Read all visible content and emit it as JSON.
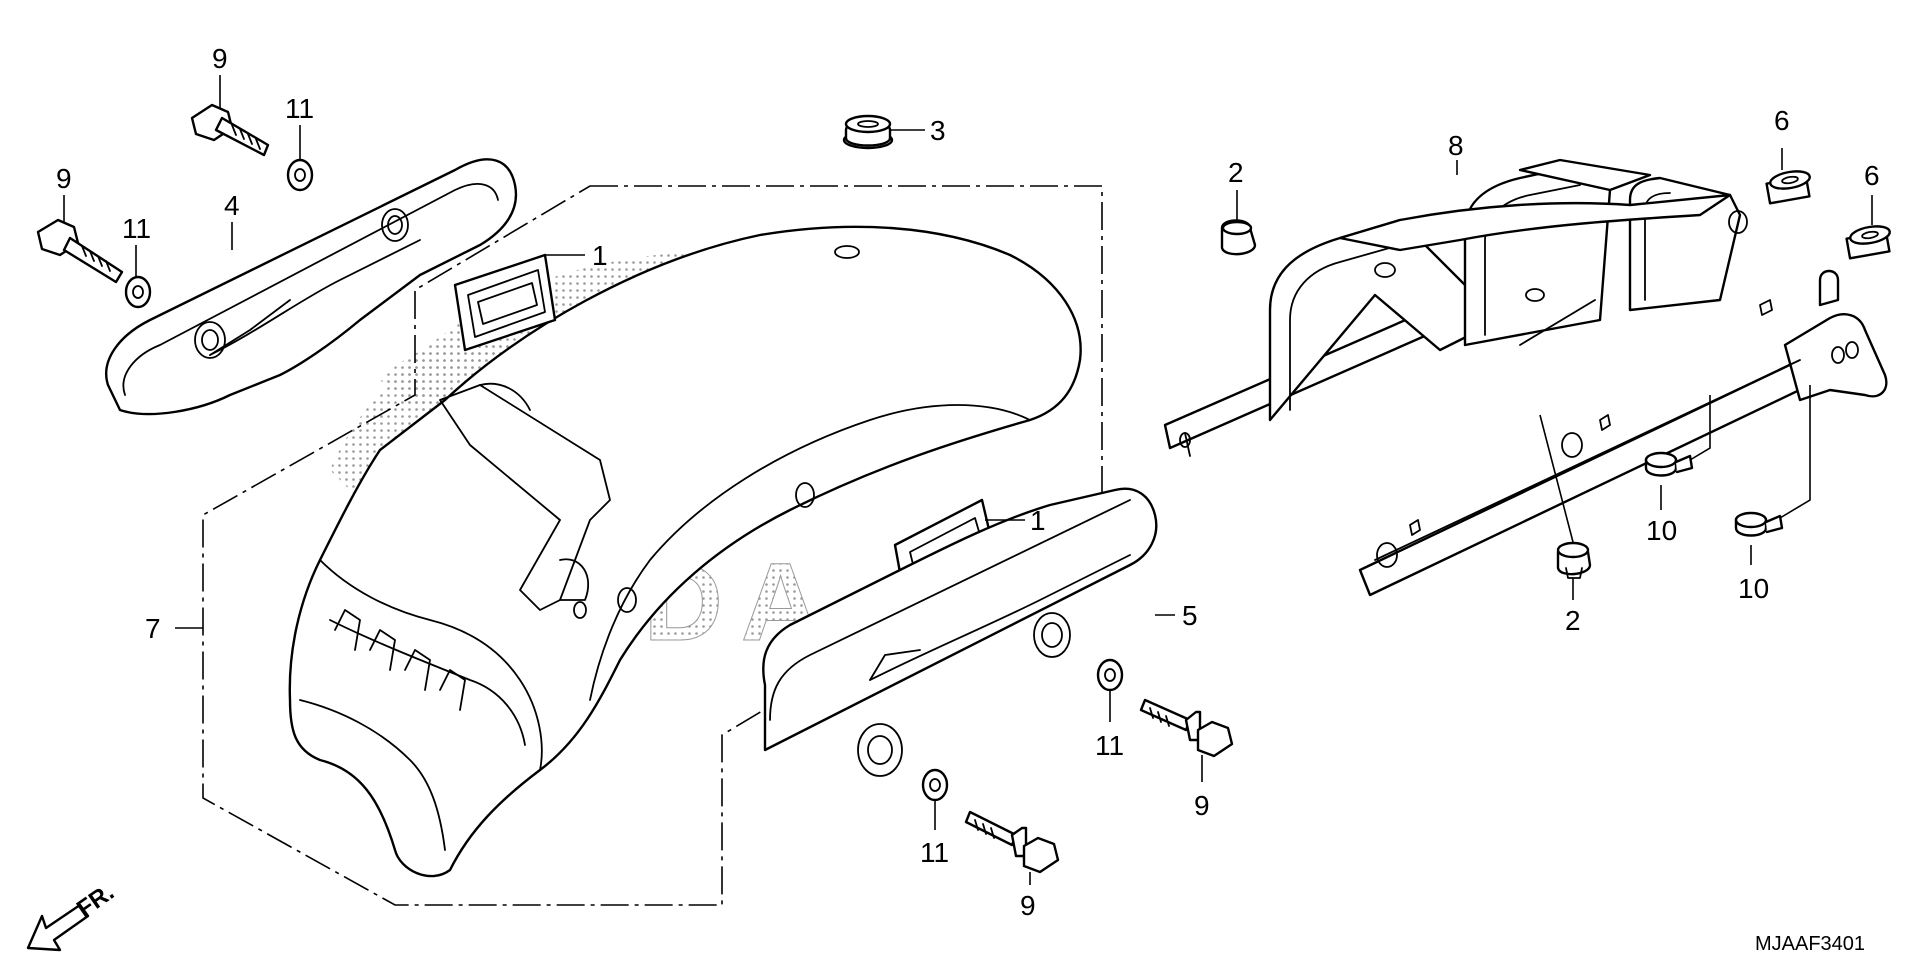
{
  "diagram": {
    "callouts": {
      "c1a": "1",
      "c1b": "1",
      "c2a": "2",
      "c2b": "2",
      "c3": "3",
      "c4": "4",
      "c5": "5",
      "c6a": "6",
      "c6b": "6",
      "c7": "7",
      "c8": "8",
      "c9a": "9",
      "c9b": "9",
      "c9c": "9",
      "c9d": "9",
      "c10a": "10",
      "c10b": "10",
      "c11a": "11",
      "c11b": "11",
      "c11c": "11",
      "c11d": "11"
    },
    "watermark": "HONDA",
    "direction_label": "FR.",
    "diagram_code": "MJAAF3401"
  },
  "colors": {
    "line": "#000000",
    "background": "#ffffff",
    "stipple": "#9a9a9a"
  }
}
